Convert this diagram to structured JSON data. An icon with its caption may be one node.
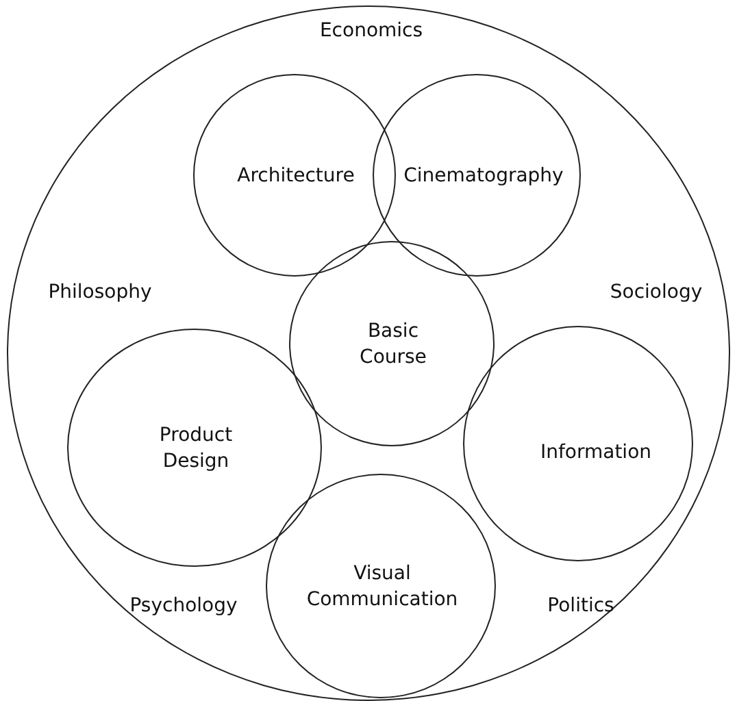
{
  "diagram": {
    "nodes": [
      {
        "text": [
          "Economics",
          "Philosophy",
          "Sociology",
          "Psychology",
          "Politics"
        ]
      },
      {
        "text": [
          "Architecture"
        ],
        "in": 0
      },
      {
        "text": [
          "Cinematography"
        ],
        "in": 0
      },
      {
        "text": [
          "Basic Course"
        ],
        "in": 0
      },
      {
        "text": [
          "Product Design"
        ],
        "in": 0
      },
      {
        "text": [
          "Information"
        ],
        "in": 0
      },
      {
        "text": [
          "Visual Communication"
        ],
        "in": 0
      }
    ]
  }
}
